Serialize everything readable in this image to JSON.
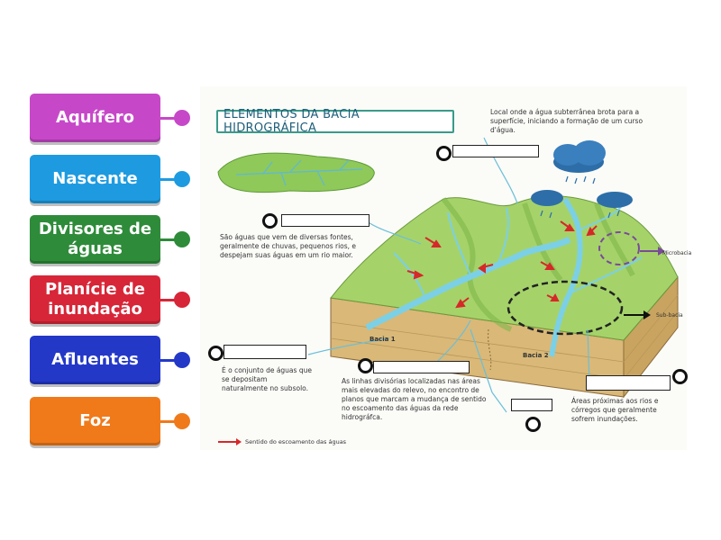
{
  "labels": [
    {
      "text": "Aquífero",
      "color": "#c648c8"
    },
    {
      "text": "Nascente",
      "color": "#1e9be0"
    },
    {
      "text": "Divisores de águas",
      "color": "#2e8b3a"
    },
    {
      "text": "Planície de inundação",
      "color": "#d72638"
    },
    {
      "text": "Afluentes",
      "color": "#2438c8"
    },
    {
      "text": "Foz",
      "color": "#f07a1a"
    }
  ],
  "diagram": {
    "title": "ELEMENTOS DA BACIA HIDROGRÁFICA",
    "text_nascente": "Local onde a água subterrânea brota para a superfície, iniciando a formação de um curso d'água.",
    "text_afluentes": "São águas que vem de diversas fontes, geralmente de chuvas, pequenos rios, e despejam suas águas em um rio maior.",
    "text_aquifero": "É o conjunto de águas que se depositam naturalmente no subsolo.",
    "text_divisores": "As linhas divisórias localizadas nas áreas mais elevadas do relevo, no encontro de planos que marcam a mudança de sentido no escoamento das águas da rede hidrográfca.",
    "text_planicie": "Áreas próximas aos rios e córregos que geralmente sofrem inundações.",
    "label_microbacia": "Microbacia",
    "label_subbacia": "Sub-bacia",
    "label_bacia1": "Bacia 1",
    "label_bacia2": "Bacia 2",
    "legend": "Sentido do escoamento das águas"
  }
}
